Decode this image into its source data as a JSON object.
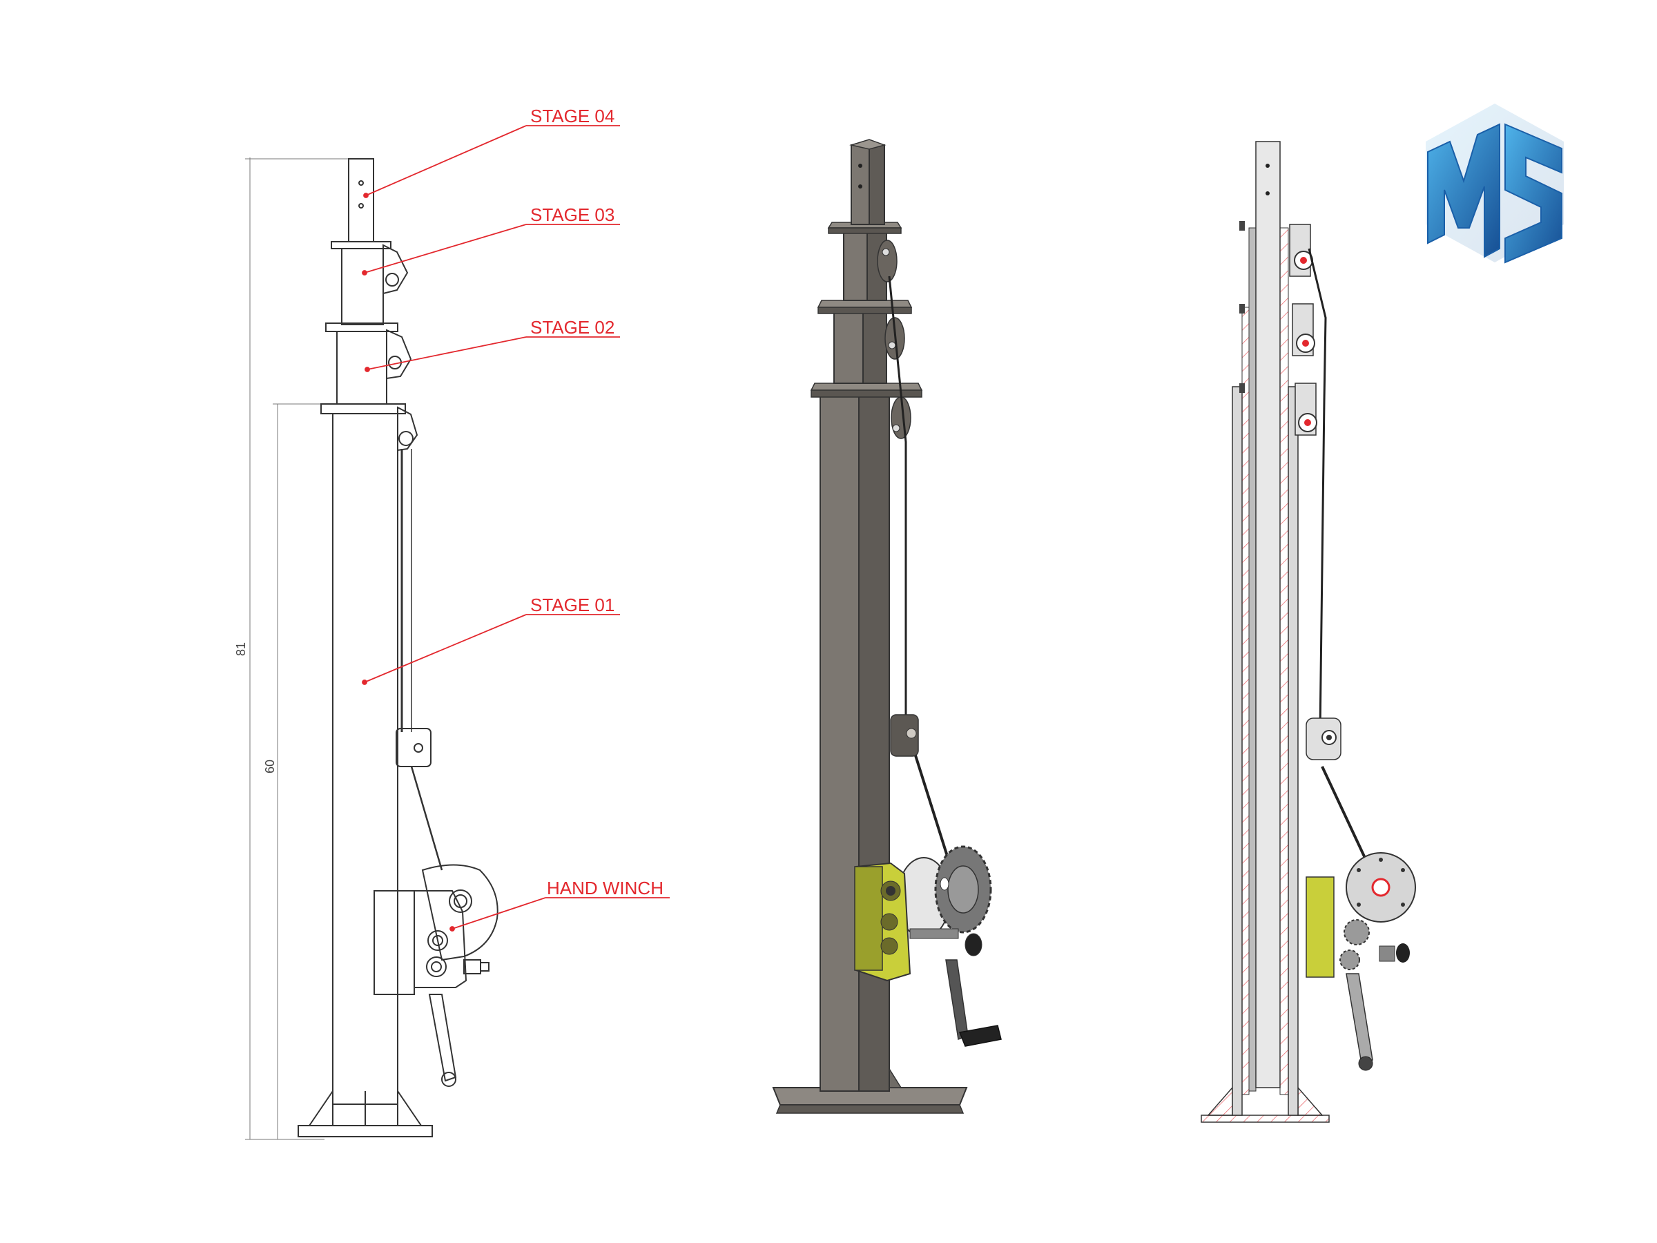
{
  "callouts": {
    "stage04": "STAGE 04",
    "stage03": "STAGE 03",
    "stage02": "STAGE 02",
    "stage01": "STAGE 01",
    "hand_winch": "HAND WINCH"
  },
  "dimensions": {
    "overall": "81",
    "lower": "60"
  },
  "logo": {
    "text": "MS",
    "color_light": "#3a9bd6",
    "color_dark": "#1a5fa8"
  },
  "colors": {
    "callout": "#e3282e",
    "line": "#333333",
    "mast_fill": "#7a756f",
    "mast_dark": "#5d5954",
    "winch_yellow": "#c9cf3a"
  }
}
